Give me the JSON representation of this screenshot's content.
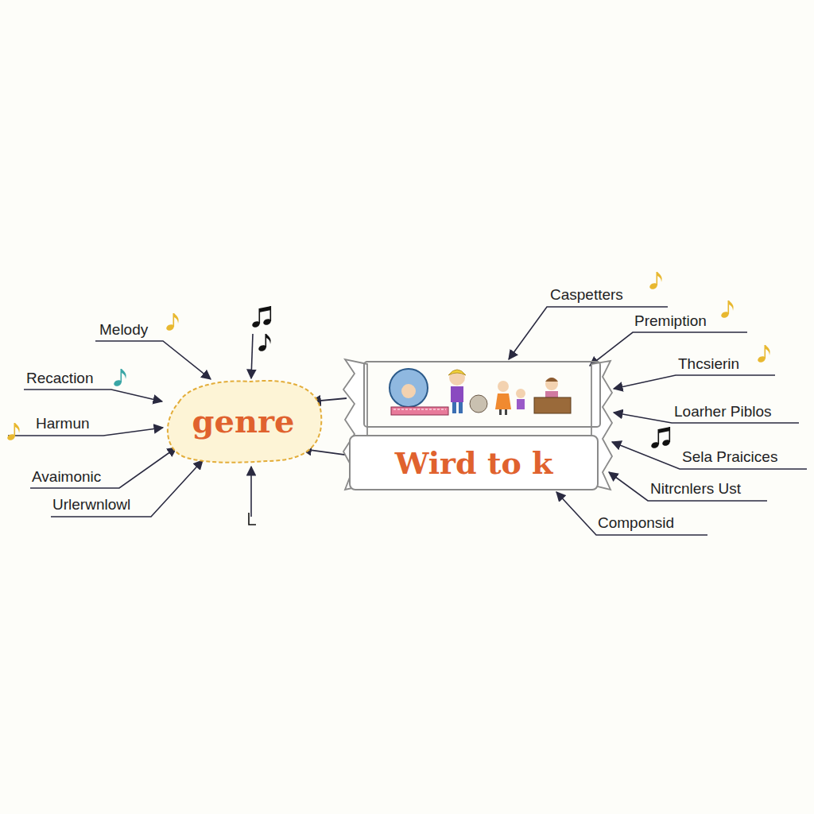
{
  "diagram": {
    "nodes": [
      {
        "text": [
          "genre"
        ]
      },
      {
        "text": [
          "Wird to k"
        ]
      }
    ],
    "edges": [
      {
        "from": 1,
        "to": 0,
        "arrow": "to"
      },
      {
        "from": 1,
        "to": 0,
        "arrow": "to"
      }
    ],
    "labels": [
      "Melody",
      "Recaction",
      "Harmun",
      "Avaimonic",
      "Urlerwnlowl",
      "Caspetters",
      "Premiption",
      "Thcsierin",
      "Loarher Piblos",
      "Sela Praicices",
      "Nitrcnlers Ust",
      "Componsid"
    ]
  }
}
